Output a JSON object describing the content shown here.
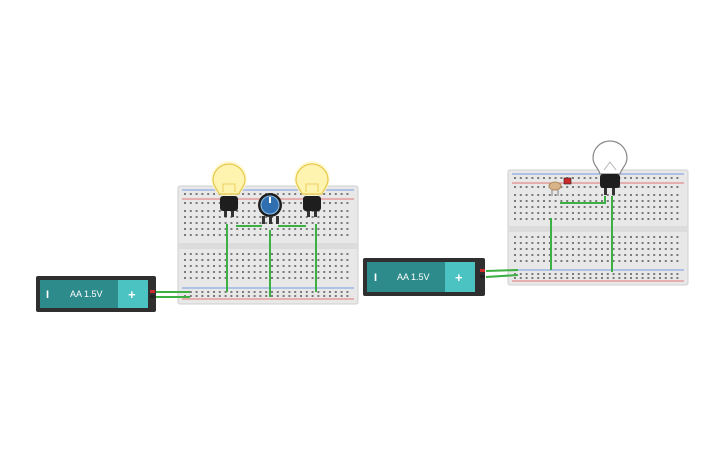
{
  "canvas": {
    "background": "#ffffff"
  },
  "colors": {
    "wire": "#3cb043",
    "battery_body": "#2e8b8b",
    "battery_cap": "#4cc3c3",
    "battery_case": "#2f2f2f",
    "breadboard": "#e6e6e6",
    "rail_red": "#e05050",
    "rail_blue": "#5080e0",
    "bulb_lit": "#ffe98a",
    "potentiometer": "#2f6fb0",
    "terminal_red": "#cc2a2a"
  },
  "circuits": [
    {
      "battery": {
        "label": "AA 1.5V",
        "plus": "+",
        "minus": "I"
      },
      "breadboard": "half-size",
      "components": [
        {
          "type": "light-bulb",
          "state": "on",
          "icon": "bulb-lit-icon"
        },
        {
          "type": "potentiometer",
          "icon": "potentiometer-icon"
        },
        {
          "type": "light-bulb",
          "state": "on",
          "icon": "bulb-lit-icon"
        }
      ]
    },
    {
      "battery": {
        "label": "AA 1.5V",
        "plus": "+",
        "minus": "I"
      },
      "breadboard": "half-size",
      "components": [
        {
          "type": "photoresistor",
          "icon": "photoresistor-icon"
        },
        {
          "type": "led",
          "icon": "led-icon"
        },
        {
          "type": "light-bulb",
          "state": "off",
          "icon": "bulb-off-icon"
        }
      ]
    }
  ]
}
